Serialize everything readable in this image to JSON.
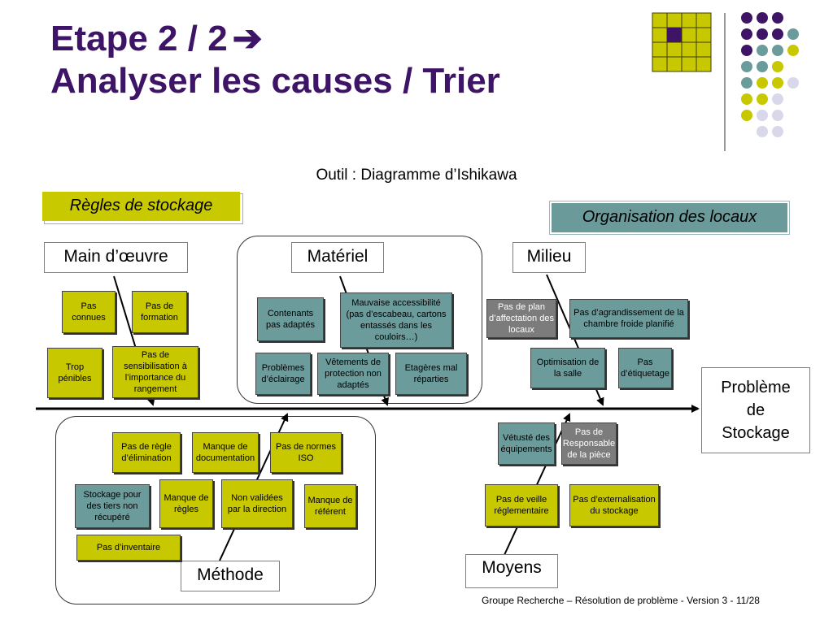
{
  "title": {
    "line1": "Etape 2 / 2",
    "arrow": "➔",
    "line2": "Analyser les causes / Trier"
  },
  "subtitle": "Outil : Diagramme d’Ishikawa",
  "zones": {
    "left_tag": "Règles de stockage",
    "right_tag": "Organisation des locaux"
  },
  "categories": {
    "main_oeuvre": "Main d’œuvre",
    "materiel": "Matériel",
    "milieu": "Milieu",
    "methode": "Méthode",
    "moyens": "Moyens"
  },
  "problem": {
    "line1": "Problème",
    "line2": "de",
    "line3": "Stockage"
  },
  "causes": {
    "main_oeuvre": {
      "pas_connues": "Pas connues",
      "pas_formation": "Pas de formation",
      "trop_penibles": "Trop pénibles",
      "pas_sensibilisation": "Pas de sensibilisation à l’importance du rangement"
    },
    "materiel": {
      "contenants": "Contenants pas adaptés",
      "mauvaise_accessibilite": "Mauvaise accessibilité (pas d’escabeau, cartons entassés dans les couloirs…)",
      "problemes_eclairage": "Problèmes d’éclairage",
      "vetements": "Vêtements de protection non adaptés",
      "etageres": "Etagères mal réparties"
    },
    "milieu": {
      "pas_plan": "Pas de plan d’affectation des locaux",
      "pas_agrandissement": "Pas d’agrandissement de la chambre froide planifié",
      "optimisation": "Optimisation de la salle",
      "pas_etiquetage": "Pas d’étiquetage"
    },
    "methode": {
      "pas_regle_elimination": "Pas de règle d’élimination",
      "manque_documentation": "Manque de documentation",
      "pas_normes_iso": "Pas de normes ISO",
      "stockage_tiers": "Stockage pour des tiers non récupéré",
      "manque_regles": "Manque de règles",
      "non_validees": "Non validées par la direction",
      "manque_referent": "Manque de référent",
      "pas_inventaire": "Pas d’inventaire"
    },
    "moyens": {
      "vetuste": "Vétusté des équipements",
      "pas_responsable": "Pas de Responsable de la pièce",
      "pas_veille": "Pas de veille réglementaire",
      "pas_externalisation": "Pas d’externalisation du stockage"
    }
  },
  "footer": "Groupe Recherche – Résolution de problème - Version 3  - 11/28",
  "colors": {
    "title": "#3d1466",
    "yellow": "#c8c800",
    "teal": "#6b9b9b",
    "grey": "#7c7c7c",
    "lavender": "#d8d8ea"
  },
  "decoration": {
    "grid_icon": "yellow-grid-with-purple-cell",
    "dots_icon": "colored-dot-triangle"
  }
}
